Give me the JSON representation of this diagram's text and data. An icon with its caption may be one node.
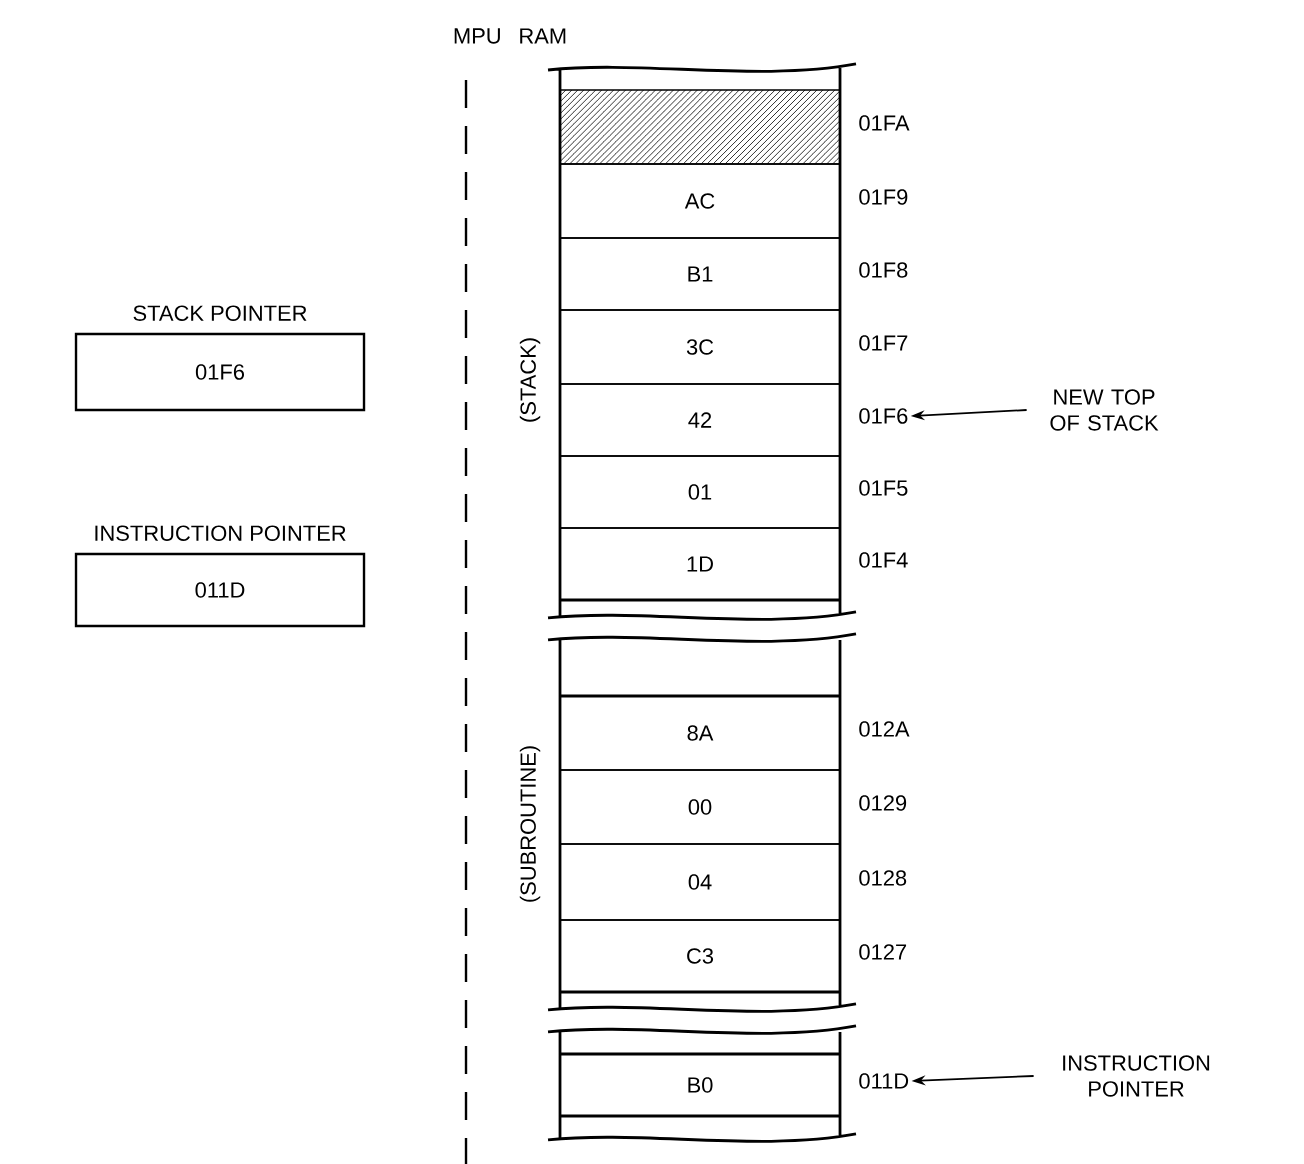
{
  "diagram": {
    "nodes": [
      {
        "text": [
          "STACK POINTER",
          "01F6"
        ]
      },
      {
        "text": [
          "INSTRUCTION POINTER",
          "011D"
        ]
      },
      {
        "text": [],
        "shape": "box",
        "beside": [
          "01FA"
        ]
      },
      {
        "text": [
          "AC"
        ],
        "beside": [
          "01F9"
        ]
      },
      {
        "text": [
          "B1"
        ],
        "beside": [
          "01F8"
        ]
      },
      {
        "text": [
          "3C"
        ],
        "beside": [
          "01F7"
        ]
      },
      {
        "text": [
          "42"
        ],
        "beside": [
          "01F6"
        ]
      },
      {
        "text": [
          "01"
        ],
        "beside": [
          "01F5"
        ]
      },
      {
        "text": [
          "1D"
        ],
        "beside": [
          "01F4"
        ]
      },
      {
        "text": [
          "8A"
        ],
        "beside": [
          "012A"
        ]
      },
      {
        "text": [
          "00"
        ],
        "beside": [
          "0129"
        ]
      },
      {
        "text": [
          "04"
        ],
        "beside": [
          "0128"
        ]
      },
      {
        "text": [
          "C3"
        ],
        "beside": [
          "0127"
        ]
      },
      {
        "text": [
          "B0"
        ],
        "beside": [
          "011D"
        ]
      },
      {
        "text": [
          "NEW TOP OF STACK"
        ]
      },
      {
        "text": [
          "INSTRUCTION POINTER"
        ]
      }
    ],
    "edges": [
      {
        "from": 14,
        "to": 6,
        "arrow": "to"
      },
      {
        "from": 15,
        "to": 13,
        "arrow": "to"
      }
    ],
    "labels": [
      "MPU",
      "RAM",
      "(STACK)",
      "(SUBROUTINE)"
    ]
  }
}
